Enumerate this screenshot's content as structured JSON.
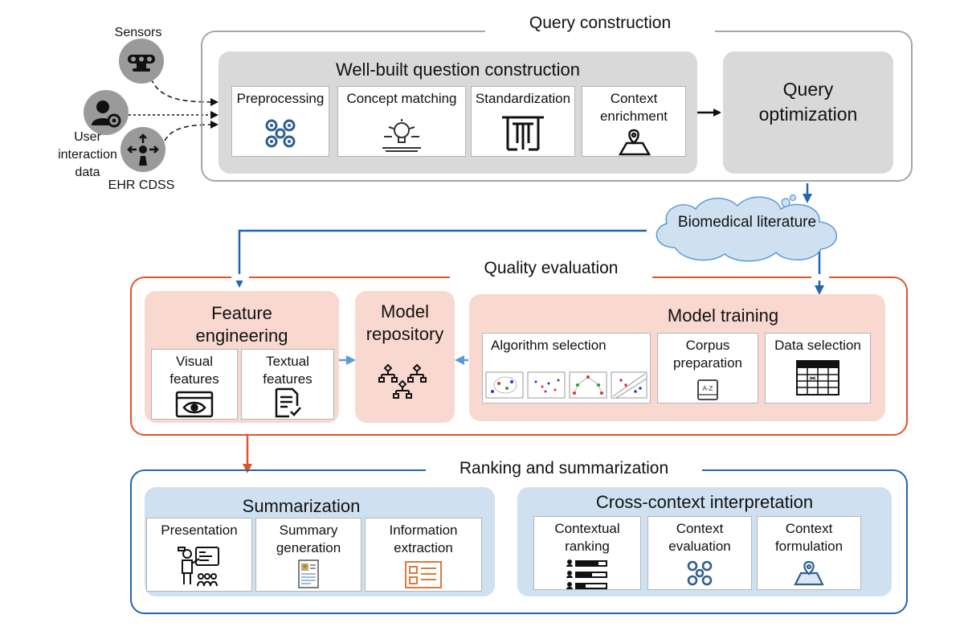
{
  "sources": {
    "sensors_label": "Sensors",
    "user_label_line1": "User",
    "user_label_line2": "interaction",
    "user_label_line3": "data",
    "ehr_label": "EHR CDSS"
  },
  "query_construction": {
    "title": "Query construction",
    "wbq": {
      "title": "Well-built question construction",
      "cards": [
        {
          "label": "Preprocessing",
          "icon": "gears-icon"
        },
        {
          "label": "Concept matching",
          "icon": "lightbulb-icon"
        },
        {
          "label": "Standardization",
          "icon": "maze-icon"
        },
        {
          "label_line1": "Context",
          "label_line2": "enrichment",
          "icon": "map-pin-icon"
        }
      ]
    },
    "optimization": {
      "line1": "Query",
      "line2": "optimization"
    }
  },
  "literature": {
    "label": "Biomedical literature"
  },
  "quality_evaluation": {
    "title": "Quality evaluation",
    "feature_engineering": {
      "title_line1": "Feature",
      "title_line2": "engineering",
      "visual_line1": "Visual",
      "visual_line2": "features",
      "textual_line1": "Textual",
      "textual_line2": "features"
    },
    "model_repository": {
      "line1": "Model",
      "line2": "repository"
    },
    "model_training": {
      "title": "Model training",
      "algorithm": "Algorithm selection",
      "corpus_line1": "Corpus",
      "corpus_line2": "preparation",
      "corpus_icon_text": "A-Z",
      "data_selection": "Data selection"
    }
  },
  "ranking": {
    "title": "Ranking and summarization",
    "summarization": {
      "title": "Summarization",
      "presentation": "Presentation",
      "summary_line1": "Summary",
      "summary_line2": "generation",
      "info_line1": "Information",
      "info_line2": "extraction"
    },
    "cross_context": {
      "title": "Cross-context interpretation",
      "ranking_line1": "Contextual",
      "ranking_line2": "ranking",
      "evaluation_line1": "Context",
      "evaluation_line2": "evaluation",
      "formulation_line1": "Context",
      "formulation_line2": "formulation"
    }
  },
  "colors": {
    "gray_frame": "#a6a6a6",
    "gray_panel": "#d9d9d9",
    "orange_frame": "#e0532b",
    "orange_panel": "#f9d9cf",
    "blue_frame": "#1f66b4",
    "blue_panel": "#cfe1f1",
    "icon_blue": "#2f5f8f",
    "icon_orange": "#d97b3d"
  }
}
